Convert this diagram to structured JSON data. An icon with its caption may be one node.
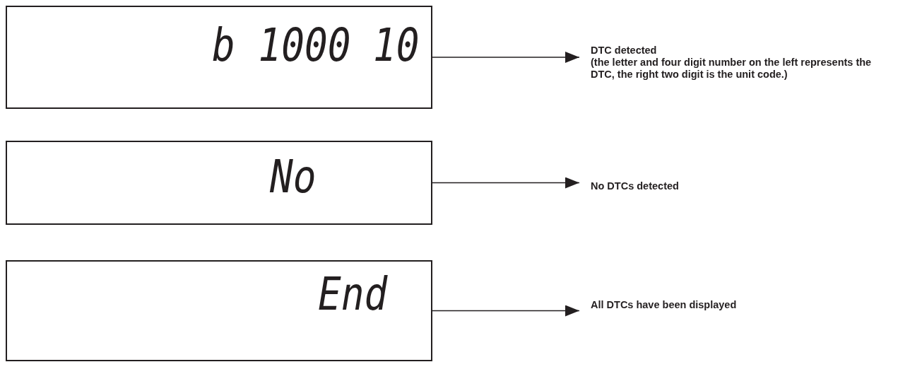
{
  "diagram": {
    "nodes": [
      {
        "text": [
          "b 1000",
          "10"
        ]
      },
      {
        "text": [
          "DTC detected",
          "(the letter and four digit number on the left represents the DTC, the right two digit is the unit code.)"
        ]
      },
      {
        "text": [
          "No"
        ]
      },
      {
        "text": [
          "No DTCs detected"
        ]
      },
      {
        "text": [
          "End"
        ]
      },
      {
        "text": [
          "All DTCs have been displayed"
        ]
      }
    ],
    "edges": [
      {
        "from": 0,
        "to": 1,
        "arrow": "to"
      },
      {
        "from": 2,
        "to": 3,
        "arrow": "to"
      },
      {
        "from": 4,
        "to": 5,
        "arrow": "to"
      }
    ]
  }
}
